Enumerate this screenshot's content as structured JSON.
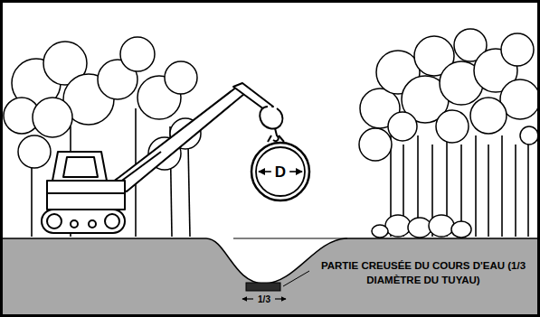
{
  "diagram": {
    "nodes": [
      {
        "text": [
          "D"
        ]
      }
    ],
    "labels": [
      "PARTIE CREUSÉE DU COURS D'EAU (1/3 DIAMÈTRE DU TUYAU)",
      "1/3"
    ]
  }
}
